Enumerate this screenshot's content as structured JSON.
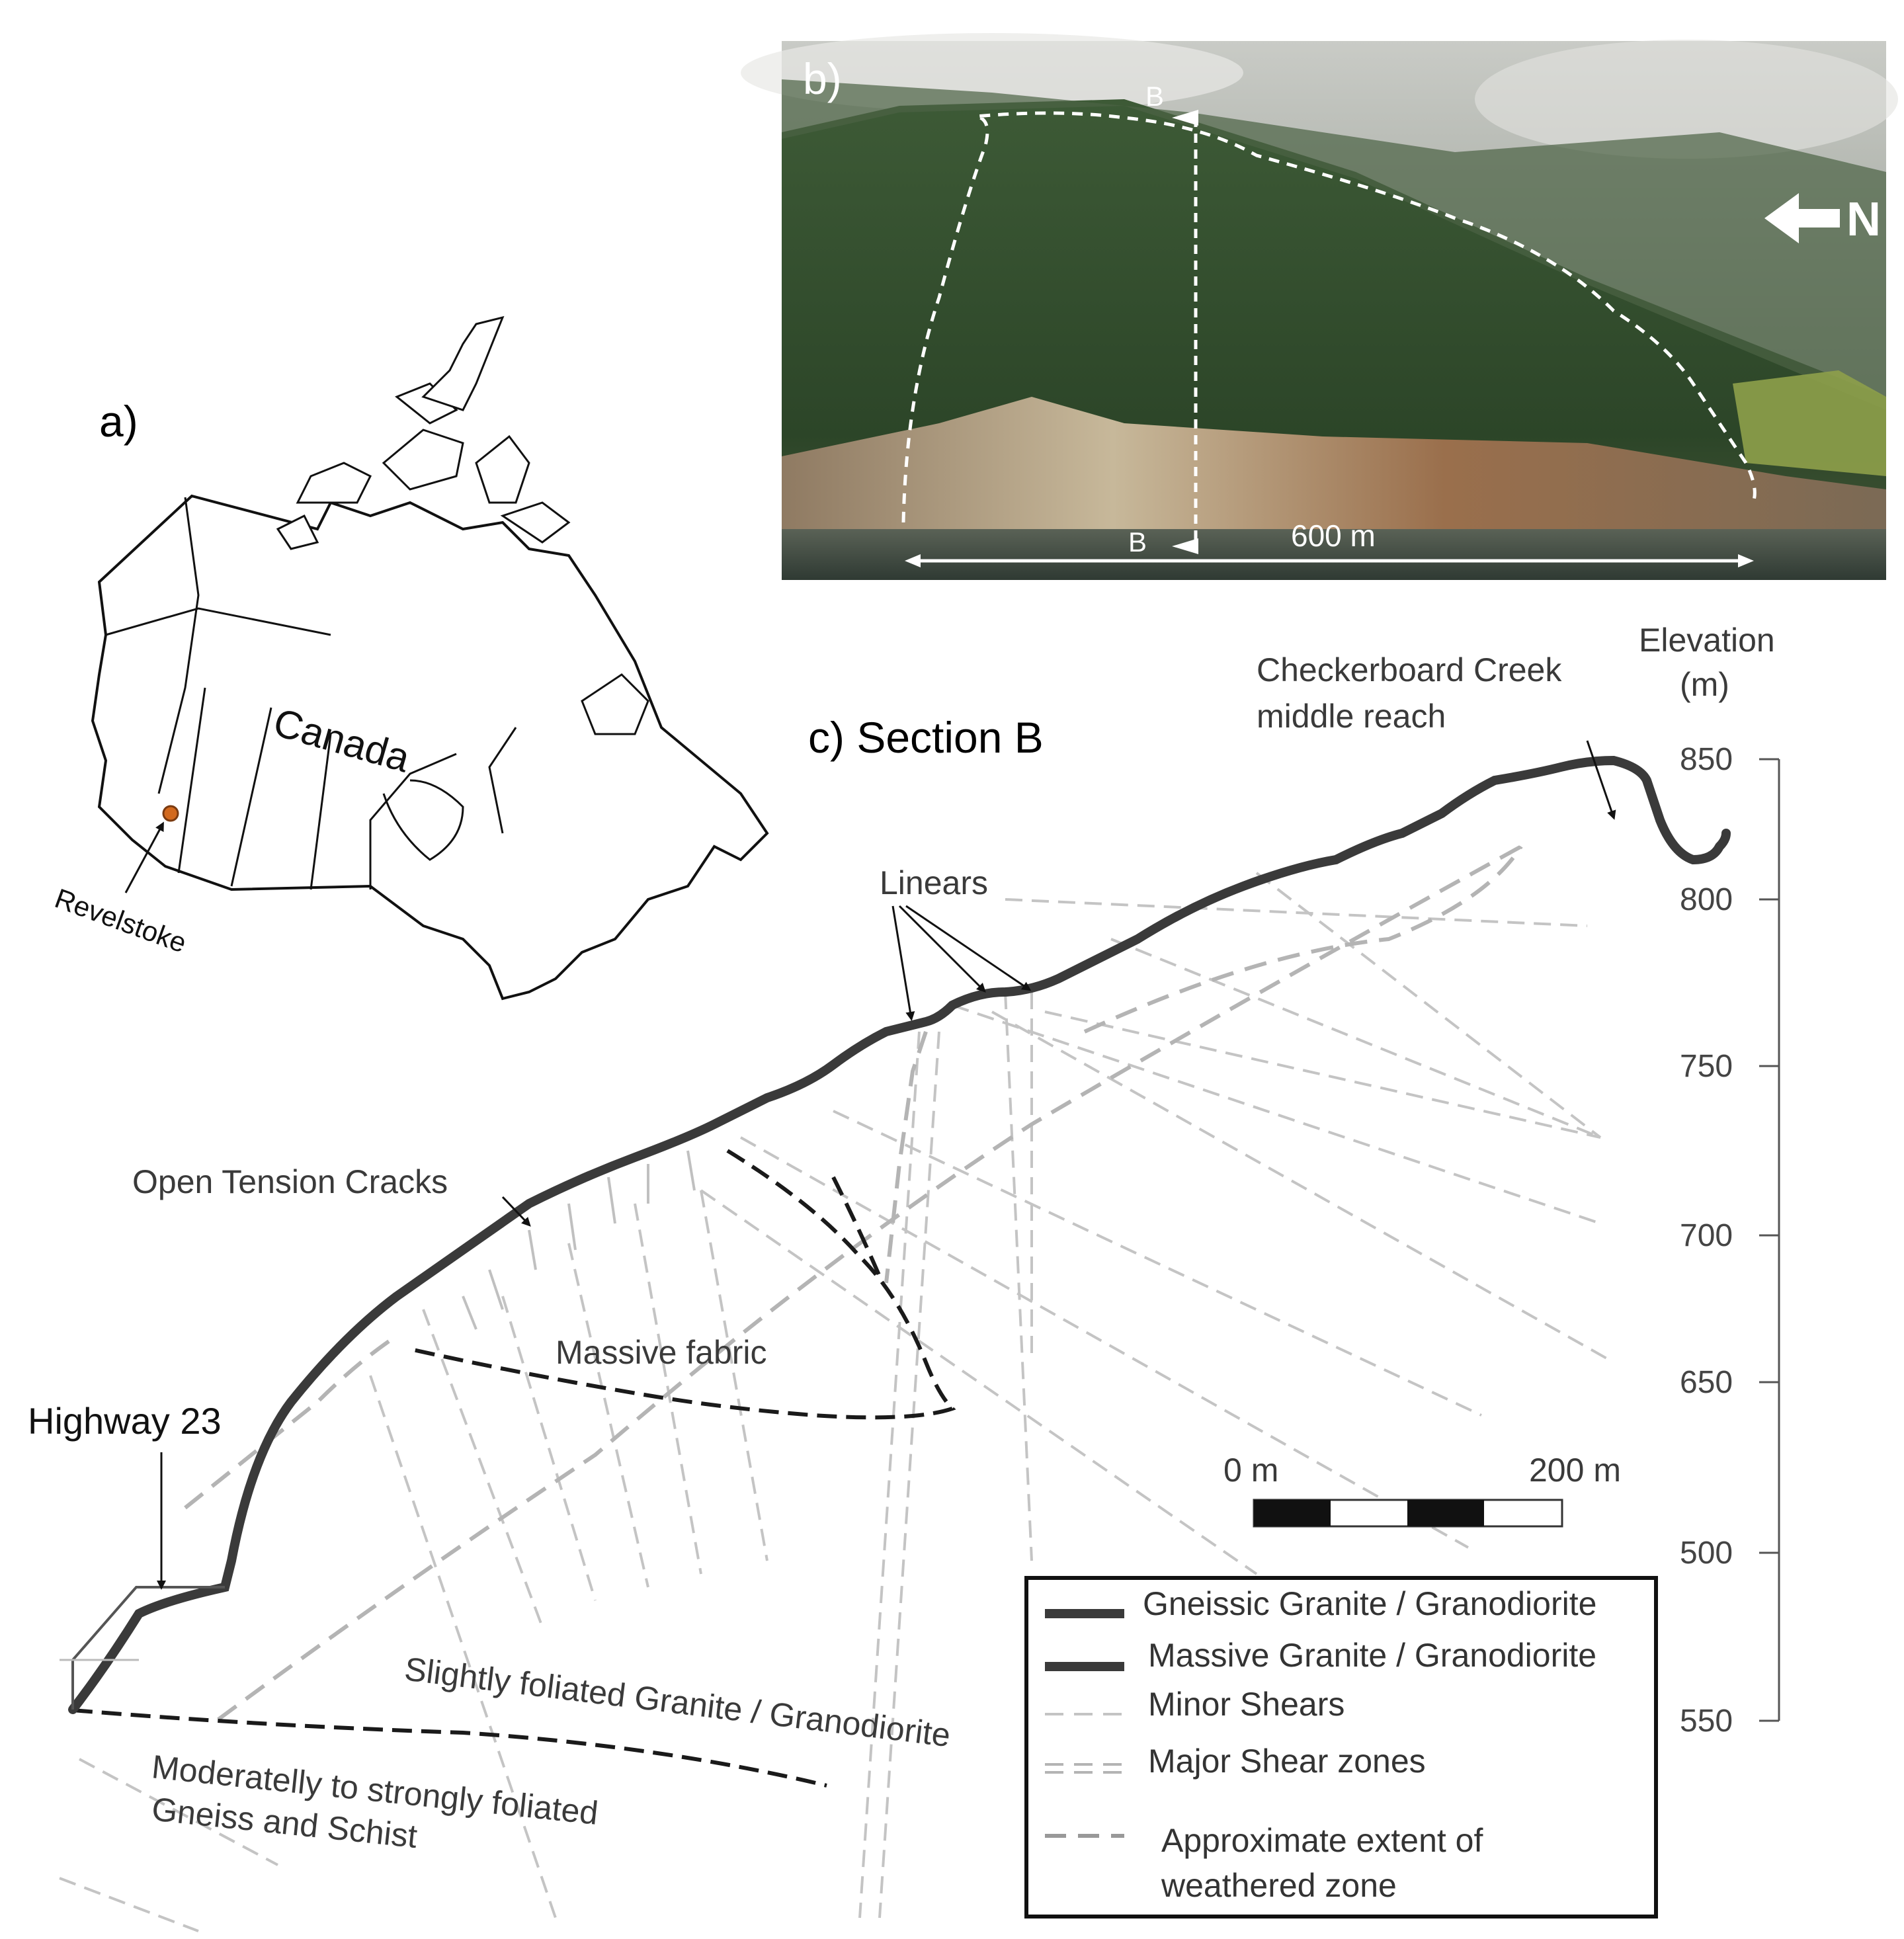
{
  "panels": {
    "a": {
      "label": "a)",
      "country": "Canada",
      "marker": "Revelstoke",
      "marker_color": "#d2691e"
    },
    "b": {
      "label": "b)",
      "section_mark_top": "B",
      "section_mark_bottom": "B",
      "north": "N",
      "distance": "600 m"
    },
    "c": {
      "label": "c) Section B",
      "axis_title_line1": "Elevation",
      "axis_title_line2": "(m)",
      "ticks": [
        "850",
        "800",
        "750",
        "700",
        "650",
        "500",
        "550"
      ],
      "creek_line1": "Checkerboard Creek",
      "creek_line2": "middle reach",
      "linears": "Linears",
      "tension_cracks": "Open Tension Cracks",
      "massive_fabric": "Massive fabric",
      "highway": "Highway 23",
      "slightly_foliated": "Slightly foliated Granite / Granodiorite",
      "moderately_line1": "Moderatelly to strongly foliated",
      "moderately_line2": "Gneiss and Schist",
      "scale_left": "0 m",
      "scale_right": "200 m"
    }
  },
  "legend": {
    "items": [
      {
        "label": "Gneissic Granite / Granodiorite",
        "style": "thick"
      },
      {
        "label": "Massive Granite / Granodiorite",
        "style": "thick"
      },
      {
        "label": "Minor Shears",
        "style": "minor"
      },
      {
        "label": "Major Shear zones",
        "style": "major"
      }
    ],
    "weathered_line1": "Approximate extent of",
    "weathered_line2": "weathered zone"
  },
  "colors": {
    "profile": "#3a3a3a",
    "shear": "#bdbdbd",
    "weathered": "#1a1a1a",
    "forest": "#2f4a2a",
    "cliff": "#a07e5c"
  }
}
